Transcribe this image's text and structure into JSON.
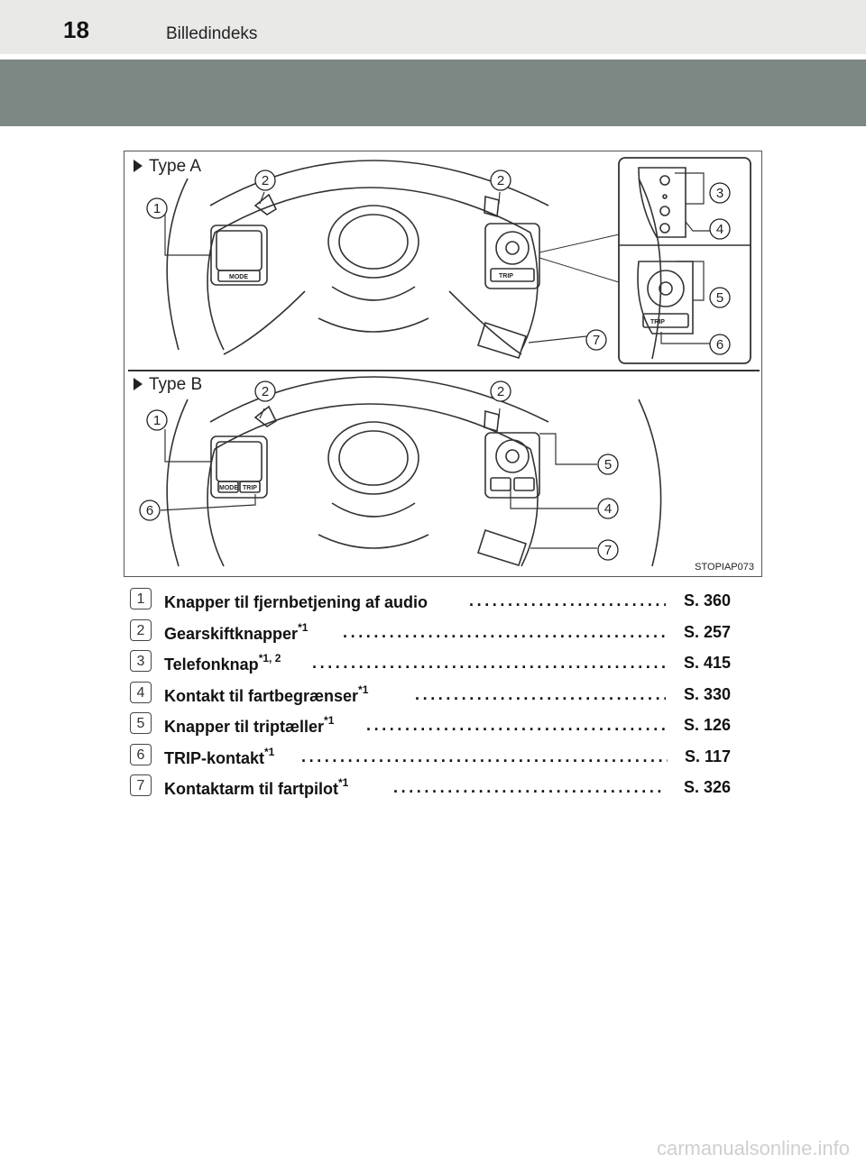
{
  "header": {
    "page_number": "18",
    "title": "Billedindeks"
  },
  "figure": {
    "type_a_label": "Type A",
    "type_b_label": "Type B",
    "code": "STOPIAP073",
    "callouts_a": [
      "1",
      "2",
      "2",
      "3",
      "4",
      "5",
      "6",
      "7"
    ],
    "callouts_b": [
      "1",
      "2",
      "2",
      "5",
      "6",
      "4",
      "7"
    ],
    "button_texts": {
      "mode": "MODE",
      "trip": "TRIP"
    }
  },
  "items": [
    {
      "num": "1",
      "label": "Knapper til fjernbetjening af audio",
      "sup": "",
      "ref": "S. 360"
    },
    {
      "num": "2",
      "label": "Gearskiftknapper",
      "sup": "*1",
      "ref": "S. 257"
    },
    {
      "num": "3",
      "label": "Telefonknap",
      "sup": "*1, 2",
      "ref": "S. 415"
    },
    {
      "num": "4",
      "label": "Kontakt til fartbegrænser",
      "sup": "*1",
      "ref": "S. 330"
    },
    {
      "num": "5",
      "label": "Knapper til triptæller",
      "sup": "*1",
      "ref": "S. 126"
    },
    {
      "num": "6",
      "label": "TRIP-kontakt",
      "sup": "*1",
      "ref": "S. 117"
    },
    {
      "num": "7",
      "label": "Kontaktarm til fartpilot",
      "sup": "*1",
      "ref": "S. 326"
    }
  ],
  "watermark": "carmanualsonline.info"
}
